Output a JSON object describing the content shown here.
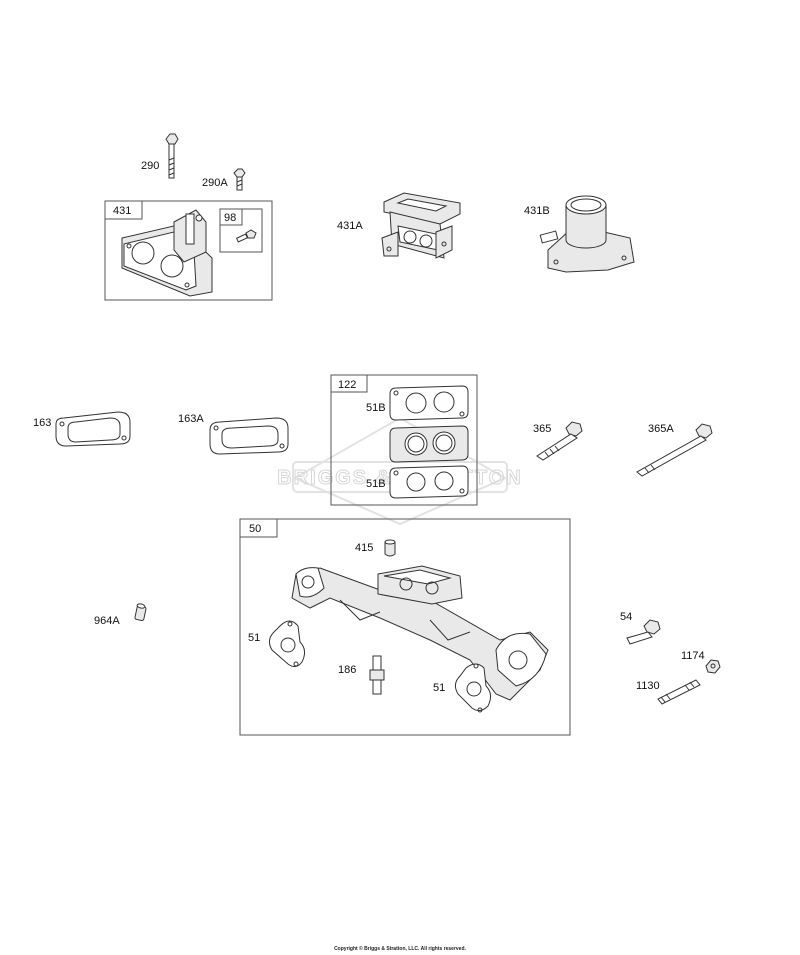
{
  "diagram": {
    "watermark": "BRIGGS & STRATTON",
    "labels": {
      "l290": "290",
      "l290a": "290A",
      "l431": "431",
      "l98": "98",
      "l431a": "431A",
      "l431b": "431B",
      "l122": "122",
      "l51b_top": "51B",
      "l51b_bottom": "51B",
      "l163": "163",
      "l163a": "163A",
      "l365": "365",
      "l365a": "365A",
      "l50": "50",
      "l415": "415",
      "l964a": "964A",
      "l51_left": "51",
      "l186": "186",
      "l51_right": "51",
      "l54": "54",
      "l1174": "1174",
      "l1130": "1130"
    }
  },
  "footer": {
    "copyright": "Copyright © Briggs & Stratton, LLC. All rights reserved."
  }
}
